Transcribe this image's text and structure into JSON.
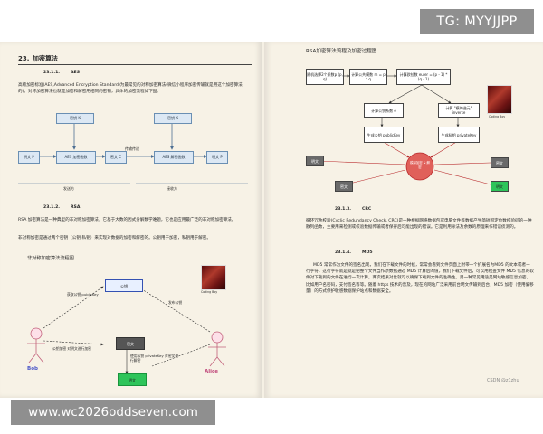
{
  "watermark_top": "TG: MYYJJPP",
  "watermark_bottom": "www.wc2026oddseven.com",
  "credit": "CSDN @z1zhu",
  "left": {
    "h1_num": "23.",
    "h1_title": "加密算法",
    "aes_num": "23.1.1.",
    "aes_title": "AES",
    "aes_para": "高级加密标准(AES,Advanced Encryption Standard)为最常见的对称加密算法(微信小程序加密传输就是用这个加密算法的)。对称加密算法也就是加密和解密用相同的密钥，具体的加密流程如下图：",
    "aes_fig": {
      "key1": "密钥 K",
      "key2": "密钥 K",
      "plain1": "明文 P",
      "enc": "AES 加密函数",
      "cipher": "密文 C",
      "transfer": "传输传递",
      "dec": "AES 解密函数",
      "plain2": "明文 P",
      "sender": "发送方",
      "receiver": "接收方"
    },
    "rsa_num": "23.1.2.",
    "rsa_title": "RSA",
    "rsa_para1": "RSA 加密算法是一种典型的非对称加密算法，它基于大数的因式分解数学难题，它也是应用最广泛的非对称加密算法。",
    "rsa_para2": "非对称加密是通过两个密钥（公钥-私钥）来实现对数据的加密和解密的。公钥用于加密，私钥用于解密。",
    "rsa_fig": {
      "title": "非对称加密算法流程图",
      "bob": "Bob",
      "alice": "Alice",
      "pubkey": "公钥",
      "get_pub": "获取公钥 publicKey",
      "enc_pub": "公钥加密 对明文进行加密",
      "send_pub": "发布公钥",
      "cipher": "密文",
      "dec_priv": "使用私钥 privateKey 对密文进行解密",
      "plain": "明文",
      "avatar_caption": "Coding Boy"
    }
  },
  "right": {
    "rsa_flow_title": "RSA加密算法流程及加密过程图",
    "flow": {
      "b1": "随机选择2个质数p (p, q)",
      "b2": "计算公共模数 m = p * q",
      "b3": "计算欧拉数 euler = (p - 1) * (q - 1)",
      "b4": "计算公钥系数 e",
      "b5": "计算 \"模的逆元\" inverse",
      "b6": "生成公钥 publicKey",
      "b7": "生成私钥 privateKey",
      "center": "模拟加密 & 解密",
      "l1": "明文",
      "l2": "密文",
      "r1": "密文",
      "r2": "明文",
      "avatar_caption": "Coding Boy"
    },
    "crc_num": "23.1.3.",
    "crc_title": "CRC",
    "crc_para": "循环冗余校验(Cyclic Redundancy Check, CRC)是一种根据网络数据包或电脑文件等数据产生简短固定位数校验码的一种散列函数，主要用来检测或校验数据传输或者保存后可能出现的错误。它是利用除法及余数的原理来作错误侦测的。",
    "md5_num": "23.1.4.",
    "md5_title": "MD5",
    "md5_para": "MD5 常常作为文件的签名出现，我们在下载文件的时候，常常会看到文件页面上附带一个扩展名为MD5 的文本或者一行字符，这行字符就是就是把整个文件当作原数据通过 MD5 计算后的值，我们下载文件后，可以用检查文件 MD5 信息的软件对下载到的文件在进行一次计算。两次结果对比就可以确保下载到文件的准确性。另一种常见用途是网站敏感信息加密，比如用户名密码，支付签名等等。随着 https 技术的普及，现在的网站广泛采用前台明文传输到后台，MD5 加密（使用偏移量）的方式保护敏感数据保护站点和数据安全。"
  }
}
